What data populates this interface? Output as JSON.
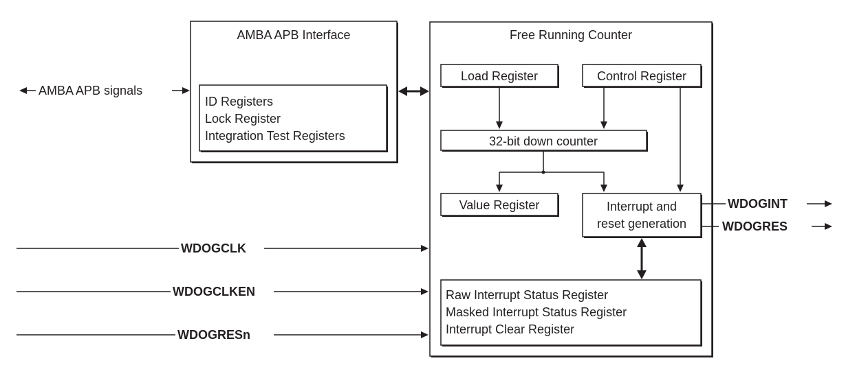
{
  "blocks": {
    "apb_interface": {
      "title": "AMBA APB Interface",
      "registers": [
        "ID Registers",
        "Lock Register",
        "Integration Test Registers"
      ]
    },
    "free_running_counter": {
      "title": "Free Running Counter",
      "load_register": "Load Register",
      "control_register": "Control Register",
      "down_counter": "32-bit down counter",
      "value_register": "Value Register",
      "interrupt_gen": [
        "Interrupt and",
        "reset generation"
      ],
      "status_registers": [
        "Raw Interrupt Status Register",
        "Masked Interrupt Status Register",
        "Interrupt Clear Register"
      ]
    }
  },
  "signals": {
    "apb_signals": "AMBA APB signals",
    "wdogclk": "WDOGCLK",
    "wdogclken": "WDOGCLKEN",
    "wdogresn": "WDOGRESn",
    "wdogint": "WDOGINT",
    "wdogres": "WDOGRES"
  }
}
